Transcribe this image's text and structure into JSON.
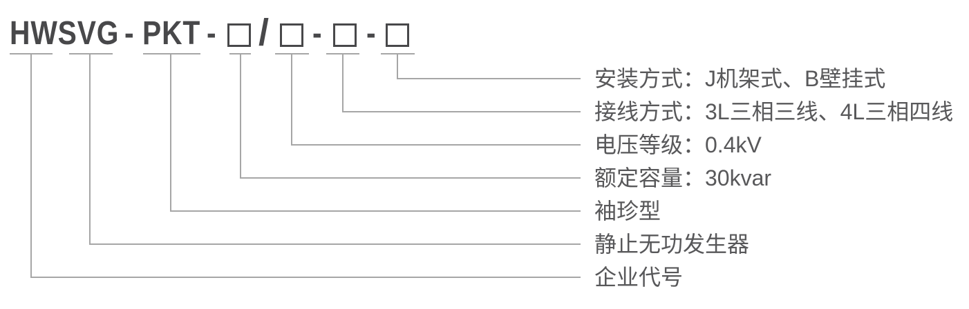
{
  "model_code": {
    "brand": "HWSVG",
    "dash": "-",
    "series": "PKT",
    "slash": "/",
    "placeholder_boxes": 4
  },
  "labels": [
    {
      "id": "installation-method",
      "text": "安装方式：J机架式、B壁挂式"
    },
    {
      "id": "wiring-method",
      "text": "接线方式：3L三相三线、4L三相四线"
    },
    {
      "id": "voltage-level",
      "text": "电压等级：0.4kV"
    },
    {
      "id": "rated-capacity",
      "text": "额定容量：30kvar"
    },
    {
      "id": "pocket-type",
      "text": "袖珍型"
    },
    {
      "id": "product-name",
      "text": "静止无功发生器"
    },
    {
      "id": "company-code",
      "text": "企业代号"
    }
  ],
  "colors": {
    "background": "#ffffff",
    "code_text": "#48484a",
    "label_text": "#58585a",
    "connector_line": "#a6a6a6"
  }
}
